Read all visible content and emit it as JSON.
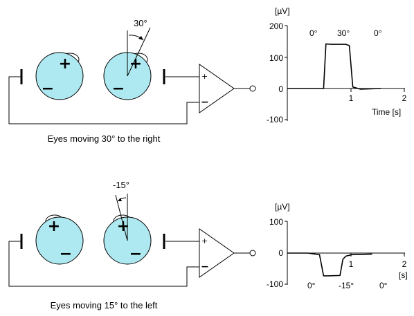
{
  "panels": [
    {
      "caption": "Eyes moving 30° to the right",
      "angle_label": "30°",
      "eye_signs": [
        "+",
        "−"
      ],
      "opamp_signs": [
        "+",
        "−"
      ],
      "chart": {
        "unit_label": "[µV]",
        "y_ticks": [
          "200",
          "100",
          "0",
          "-100"
        ],
        "x_ticks": [
          "1",
          "2"
        ],
        "x_label": "Time [s]",
        "annotations": [
          "0°",
          "30°",
          "0°"
        ]
      }
    },
    {
      "caption": "Eyes moving 15° to the left",
      "angle_label": "-15°",
      "eye_signs": [
        "+",
        "−"
      ],
      "opamp_signs": [
        "+",
        "−"
      ],
      "chart": {
        "unit_label": "[µV]",
        "y_ticks": [
          "100",
          "0",
          "-100"
        ],
        "x_ticks": [
          "1",
          "2"
        ],
        "x_label": "[s]",
        "annotations": [
          "0°",
          "-15°",
          "0°"
        ]
      }
    }
  ],
  "chart_data": [
    {
      "type": "line",
      "xlabel": "Time [s]",
      "ylabel": "[µV]",
      "xlim": [
        0,
        2
      ],
      "ylim": [
        -100,
        200
      ],
      "series": [
        {
          "x": [
            0,
            0.62,
            0.66,
            0.75,
            1.0,
            1.06,
            1.12,
            1.25,
            1.6
          ],
          "y": [
            0,
            0,
            143,
            142,
            142,
            138,
            5,
            -2,
            0
          ]
        }
      ]
    },
    {
      "type": "line",
      "xlabel": "[s]",
      "ylabel": "[µV]",
      "xlim": [
        0,
        2
      ],
      "ylim": [
        -100,
        100
      ],
      "series": [
        {
          "x": [
            0,
            0.35,
            0.55,
            0.62,
            0.7,
            0.9,
            0.95,
            1.0,
            1.1,
            1.45
          ],
          "y": [
            0,
            0,
            -5,
            -73,
            -73,
            -72,
            -20,
            -10,
            -5,
            -3
          ]
        }
      ]
    }
  ]
}
